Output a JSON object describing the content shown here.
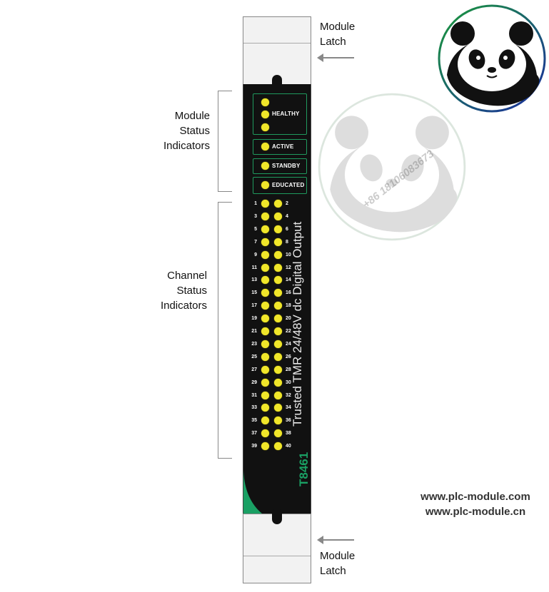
{
  "callouts": {
    "module_latch_top": "Module Latch",
    "module_status": "Module Status Indicators",
    "channel_status": "Channel Status Indicators",
    "module_latch_bottom": "Module Latch"
  },
  "status_indicators": {
    "healthy": "HEALTHY",
    "active": "ACTIVE",
    "standby": "STANDBY",
    "educated": "EDUCATED"
  },
  "channels_left": [
    "1",
    "3",
    "5",
    "7",
    "9",
    "11",
    "13",
    "15",
    "17",
    "19",
    "21",
    "23",
    "25",
    "27",
    "29",
    "31",
    "33",
    "35",
    "37",
    "39"
  ],
  "channels_right": [
    "2",
    "4",
    "6",
    "8",
    "10",
    "12",
    "14",
    "16",
    "18",
    "20",
    "22",
    "24",
    "26",
    "28",
    "30",
    "32",
    "34",
    "36",
    "38",
    "40"
  ],
  "module": {
    "model": "T8461",
    "description": "Trusted TMR 24/48V dc Digital Output"
  },
  "watermark": {
    "phone": "+86 18106083673"
  },
  "websites": {
    "com": "www.plc-module.com",
    "cn": "www.plc-module.cn"
  },
  "colors": {
    "panel": "#111111",
    "accent_green": "#1aa064",
    "led_yellow": "#f0e62a"
  },
  "icons": [
    "panda-logo-icon",
    "panda-watermark-icon",
    "arrow-left-icon"
  ]
}
